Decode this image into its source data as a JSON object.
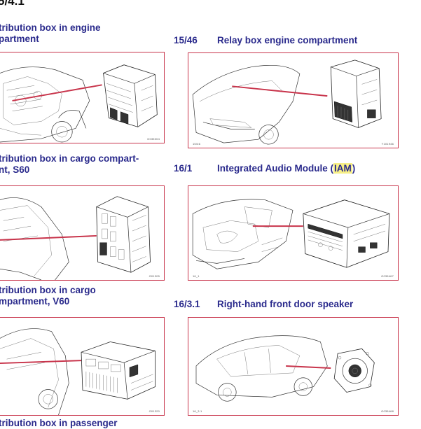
{
  "page": {
    "title": "5/4.1"
  },
  "sections": [
    {
      "id": "left-1",
      "heading_lines": [
        "tribution box in engine",
        "partment"
      ],
      "caption_right": "G035304"
    },
    {
      "id": "right-1",
      "number": "15/46",
      "title": "Relay box engine compartment",
      "caption_left": "15/46",
      "caption_right": "Y101946"
    },
    {
      "id": "left-2",
      "heading_lines": [
        "tribution box in cargo compart-",
        "nt, S60"
      ],
      "caption_right": "G01305"
    },
    {
      "id": "right-2",
      "number": "16/1",
      "title_prefix": "Integrated Audio Module (",
      "title_highlight": "IAM",
      "title_suffix": ")",
      "caption_left": "16_1",
      "caption_right": "G035467"
    },
    {
      "id": "left-3",
      "heading_lines": [
        "tribution box in cargo",
        "mpartment, V60"
      ],
      "caption_right": "G01320"
    },
    {
      "id": "right-3",
      "number": "16/3.1",
      "title": "Right-hand front door speaker",
      "caption_left": "16_3.1",
      "caption_right": "G035468"
    },
    {
      "id": "left-4",
      "heading_lines": [
        "tribution box in passenger"
      ]
    }
  ],
  "colors": {
    "heading": "#2a2a8c",
    "frame": "#c8344b",
    "highlight": "#f7ef86"
  }
}
